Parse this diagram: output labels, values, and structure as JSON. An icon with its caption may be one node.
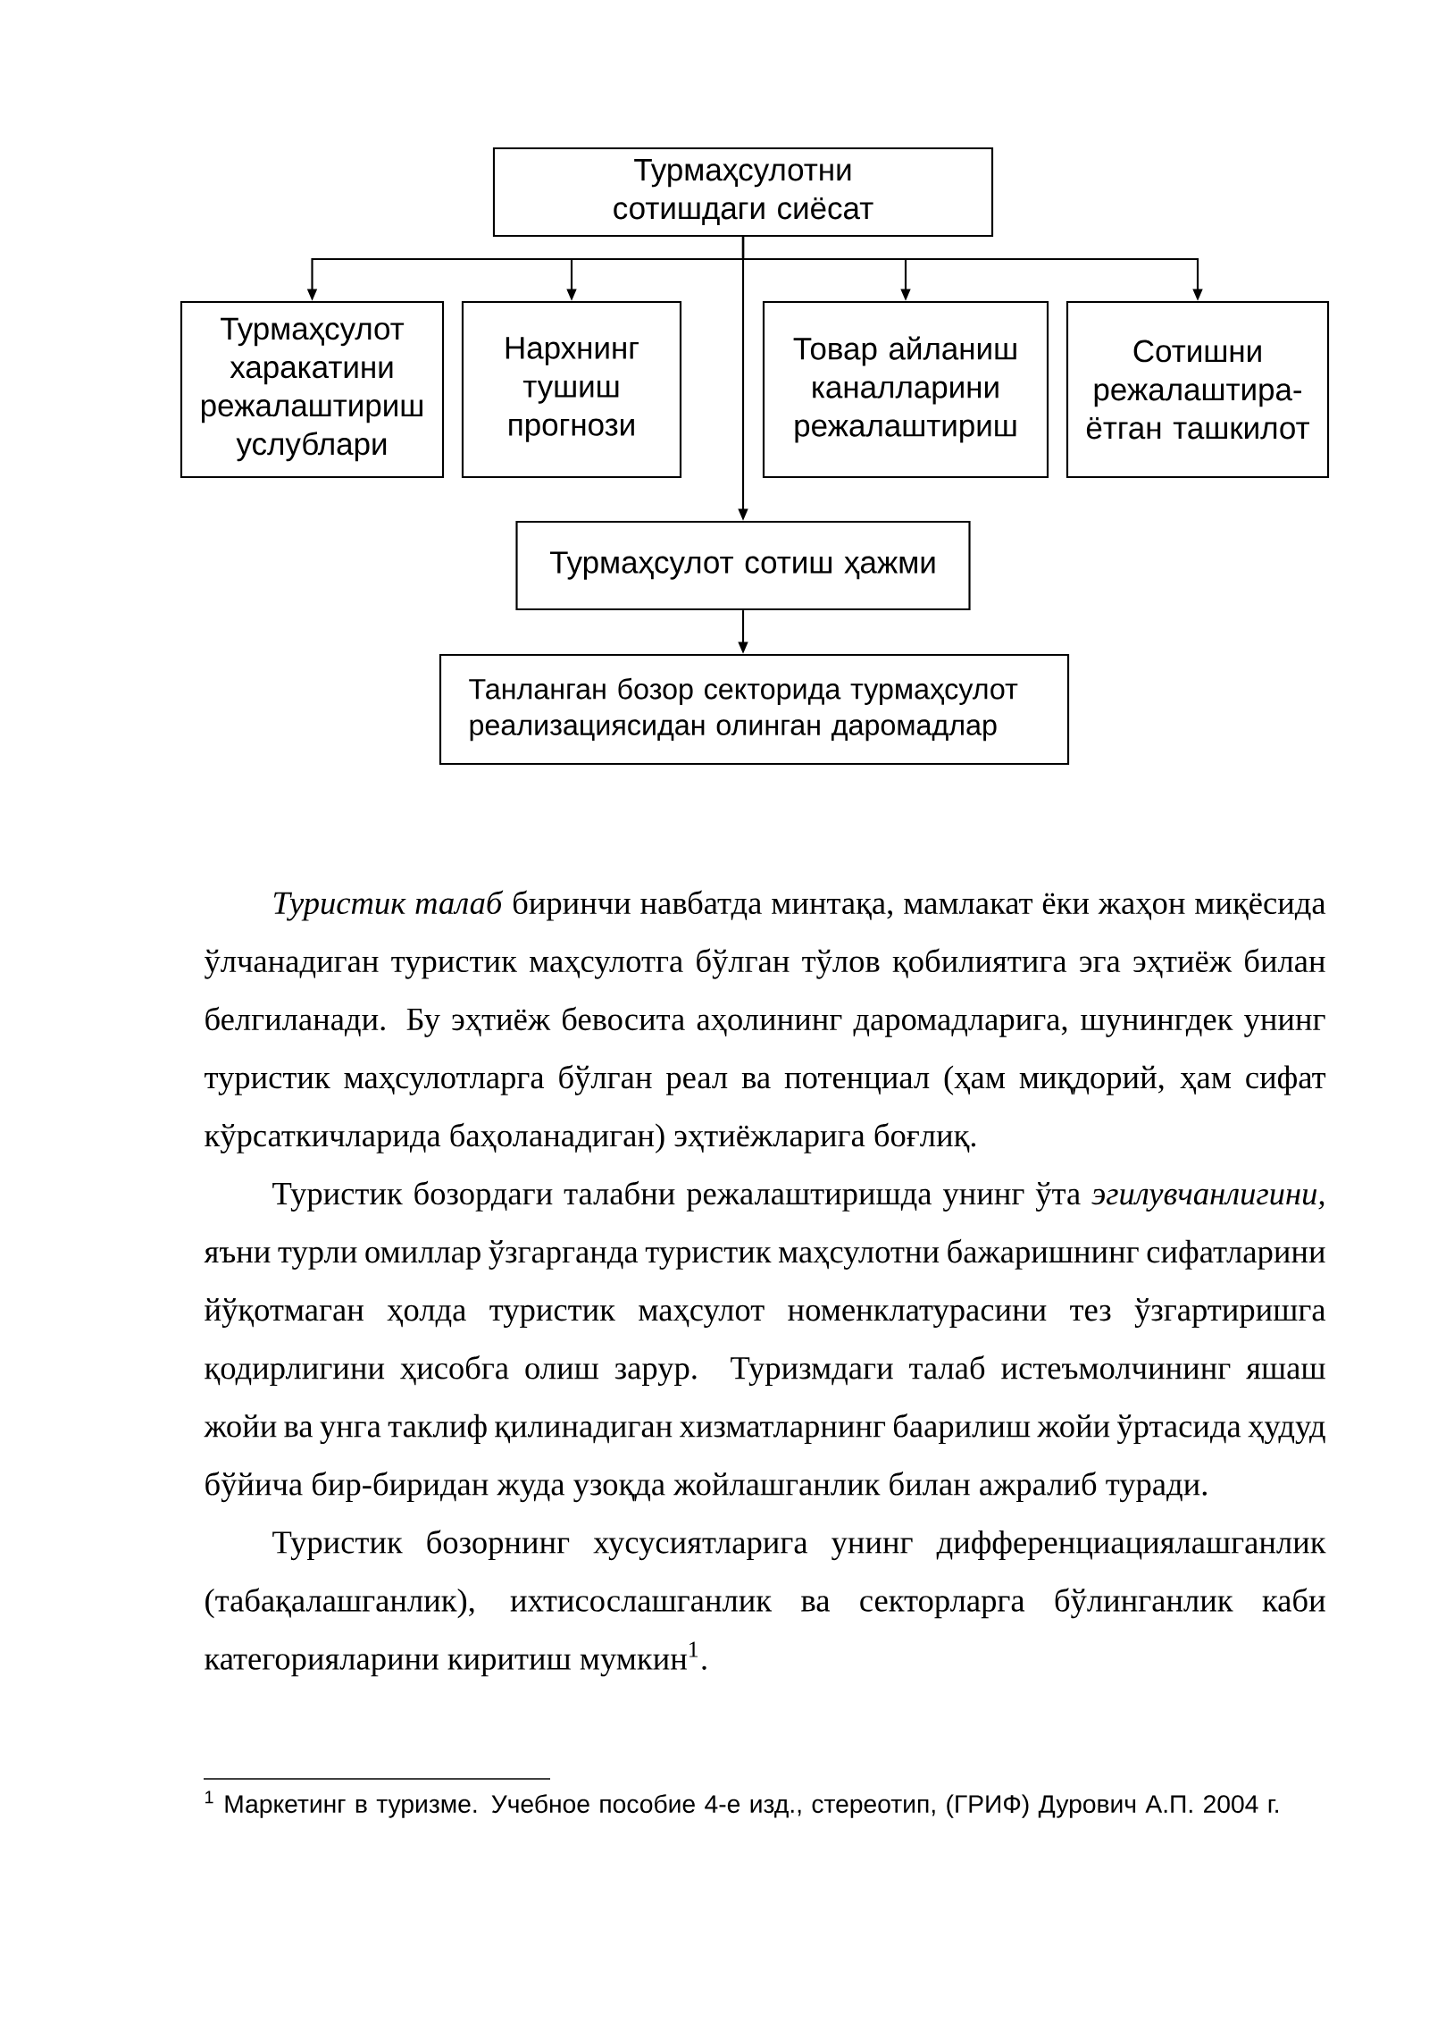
{
  "diagram": {
    "nodes": [
      {
        "text": [
          "Турмаҳсулотни сотишдаги сиёсат"
        ]
      },
      {
        "text": [
          "Турмаҳсулот харакатини режалаштириш услублари"
        ]
      },
      {
        "text": [
          "Нархнинг тушиш прогнози"
        ]
      },
      {
        "text": [
          "Товар айланиш каналларини режалаштириш"
        ]
      },
      {
        "text": [
          "Сотишни режалаштира-ётган ташкилот"
        ]
      },
      {
        "text": [
          "Турмаҳсулот сотиш ҳажми"
        ]
      },
      {
        "text": [
          "Танланган бозор секторида турмаҳсулот реализациясидан олинган даромадлар"
        ]
      }
    ],
    "edges": [
      {
        "from": 0,
        "to": 1,
        "arrow": "to"
      },
      {
        "from": 0,
        "to": 2,
        "arrow": "to"
      },
      {
        "from": 0,
        "to": 3,
        "arrow": "to"
      },
      {
        "from": 0,
        "to": 4,
        "arrow": "to"
      },
      {
        "from": 0,
        "to": 5,
        "arrow": "to"
      },
      {
        "from": 5,
        "to": 6,
        "arrow": "to"
      }
    ],
    "labels": [
      "*Туристик талаб* биринчи навбатда минтақа, мамлакат ёки жаҳон миқёсида ўлчанадиган туристик маҳсулотга бўлган тўлов қобилиятига эга эҳтиёж билан белгиланади. Бу эҳтиёж бевосита аҳолининг даромадларига, шунингдек унинг туристик маҳсулотларга бўлган реал ва потенциал (ҳам миқдорий, ҳам сифат кўрсаткичларида баҳоланадиган) эҳтиёжларига боғлиқ.",
      "Туристик бозордаги талабни режалаштиришда унинг ўта *эгилувчанлигини,* яъни турли омиллар ўзгарганда туристик маҳсулотни бажаришнинг сифатларини йўқотмаган ҳолда туристик маҳсулот номенклатурасини тез ўзгартиришга қодирлигини ҳисобга олиш зарур. Туризмдаги талаб истеъмолчининг яшаш жойи ва унга таклиф қилинадиган хизматларнинг баарилиш жойи ўртасида ҳудуд бўйича бир-биридан жуда узоқда жойлашганлик билан ажралиб туради.",
      "Туристик бозорнинг хусусиятларига унинг дифференциациялашганлик (табақалашганлик), ихтисослашганлик ва секторларга бўлинганлик каби категорияларини киритиш мумкин$^{1}$.",
      "$^{1}$ Маркетинг в туризме. Учебное пособие 4-е изд., стереотип, (ГРИФ) Дурович А.П. 2004 г."
    ]
  }
}
